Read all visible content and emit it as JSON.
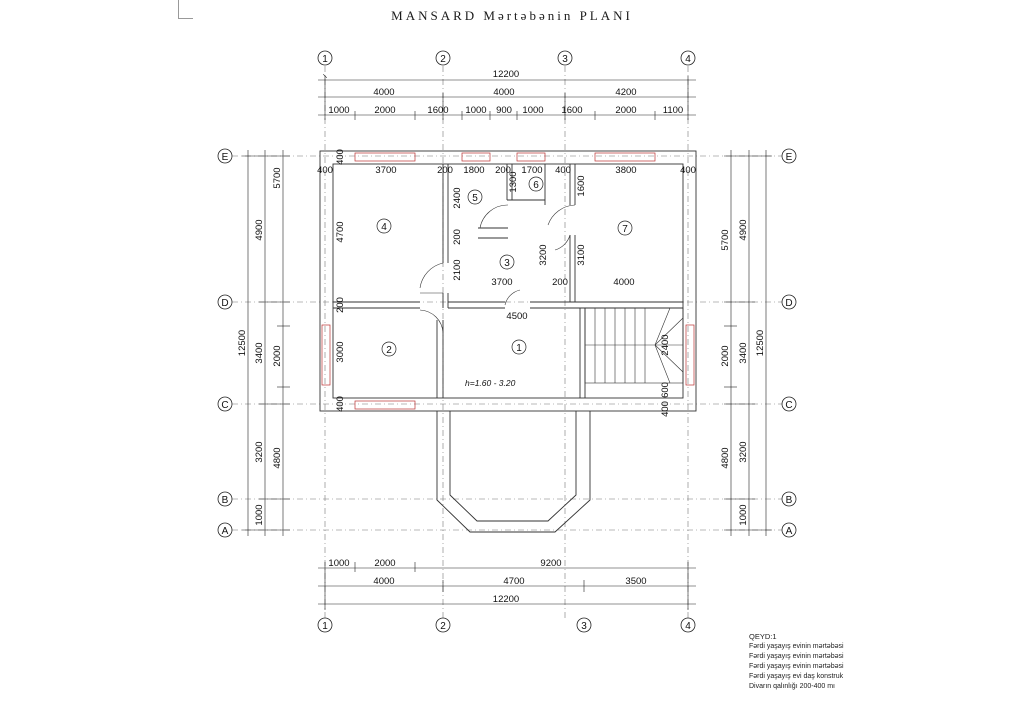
{
  "title": "MANSARD Mərtəbənin PLANI",
  "grid_axes": {
    "vertical": [
      "1",
      "2",
      "3",
      "4"
    ],
    "horizontal": [
      "E",
      "D",
      "C",
      "B",
      "A"
    ]
  },
  "dimensions": {
    "top_total": "12200",
    "top_row1": [
      "4000",
      "4000",
      "4200"
    ],
    "top_row2": [
      "1000",
      "2000",
      "1600",
      "1000",
      "900",
      "1000",
      "1600",
      "2000",
      "1100"
    ],
    "bottom_row1": [
      "1000",
      "2000",
      "9200"
    ],
    "bottom_row2": [
      "4000",
      "4700",
      "3500"
    ],
    "bottom_total": "12200",
    "left_outer": "12500",
    "left_mid": [
      "4900",
      "3400",
      "3200",
      "1000"
    ],
    "left_inner": [
      "5700",
      "2000",
      "4800"
    ],
    "right_outer": "12500",
    "right_mid": [
      "4900",
      "3400",
      "3200",
      "1000"
    ],
    "right_inner": [
      "5700",
      "2000",
      "4800"
    ],
    "interior": {
      "r4_width": "3700",
      "wall_400_a": "400",
      "wall_200_a": "200",
      "r5_width": "1800",
      "wall_200_b": "200",
      "r6_width": "1700",
      "wall_400_b": "400",
      "r7_width": "3800",
      "wall_400_c": "400",
      "r4_height": "4700",
      "r5_height": "2400",
      "door_200": "200",
      "r3_height": "2100",
      "r6_height": "1300",
      "r6_v": "1600",
      "r7_v": "3100",
      "r3_v": "3200",
      "r3_width": "3700",
      "wall_200_c": "200",
      "r7_width_b": "4000",
      "corridor": "4500",
      "wall_200_d": "200",
      "r2_height": "3000",
      "wall_400_d": "400",
      "stair_h": "2400",
      "wall_400_e": "400",
      "wall_600": "600",
      "wall_400_top": "400"
    }
  },
  "rooms": [
    "1",
    "2",
    "3",
    "4",
    "5",
    "6",
    "7"
  ],
  "height_note": "h=1.60 - 3.20",
  "notes": {
    "title": "QEYD:1",
    "lines": [
      "Fərdi yaşayış evinin mərtəbəsi",
      "Fərdi yaşayış evinin mərtəbəsi",
      "Fərdi yaşayış evinin mərtəbəsi",
      "Fərdi yaşayış evi daş konstruk",
      "Divarın qalınlığı 200-400 mı"
    ]
  }
}
